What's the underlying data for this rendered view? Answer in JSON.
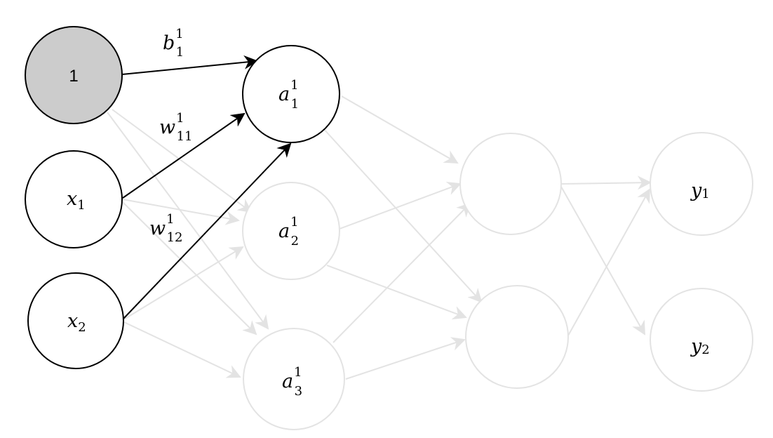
{
  "colors": {
    "active": "#000000",
    "faded": "#e3e3e3",
    "bias_fill": "#cccccc"
  },
  "nodes": {
    "bias": {
      "text": "1"
    },
    "x1": {
      "base": "x",
      "sub": "1"
    },
    "x2": {
      "base": "x",
      "sub": "2"
    },
    "a11": {
      "base": "a",
      "sub": "1",
      "sup": "1"
    },
    "a21": {
      "base": "a",
      "sub": "2",
      "sup": "1"
    },
    "a31": {
      "base": "a",
      "sub": "3",
      "sup": "1"
    },
    "y1": {
      "base": "y",
      "sub": "1"
    },
    "y2": {
      "base": "y",
      "sub": "2"
    }
  },
  "edge_labels": {
    "b11": {
      "base": "b",
      "sub": "1",
      "sup": "1"
    },
    "w11": {
      "base": "w",
      "sub": "11",
      "sup": "1"
    },
    "w12": {
      "base": "w",
      "sub": "12",
      "sup": "1"
    }
  }
}
